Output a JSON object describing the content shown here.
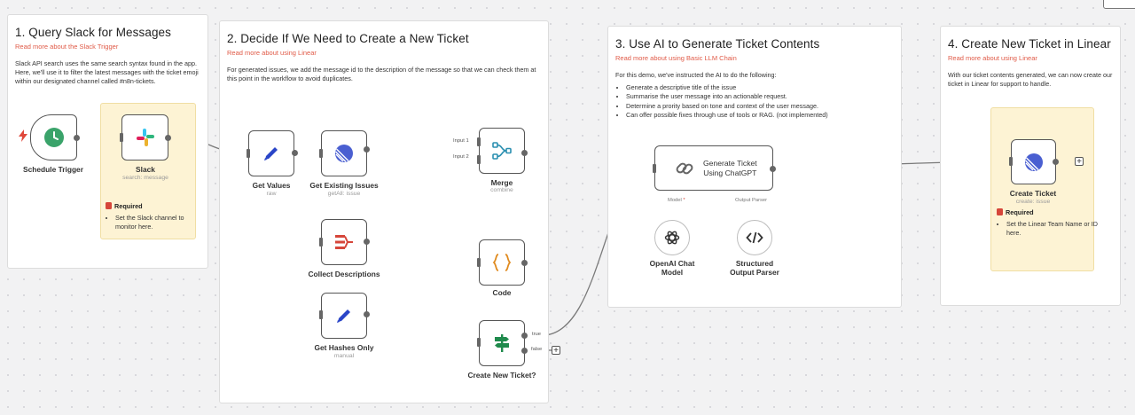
{
  "stickies": {
    "s1": {
      "title": "1. Query Slack for Messages",
      "link": "Read more about the Slack Trigger",
      "body": "Slack API search uses the same search syntax found in the app. Here, we'll use it to filter the latest messages with the ticket emoji within our designated channel called #n8n-tickets."
    },
    "s2": {
      "title": "2. Decide If We Need to Create a New Ticket",
      "link": "Read more about using Linear",
      "body": "For generated issues, we add the message id to the description of the message so that we can check them at this point in the workflow to avoid duplicates."
    },
    "s3": {
      "title": "3. Use AI to Generate Ticket Contents",
      "link": "Read more about using Basic LLM Chain",
      "body": "For this demo, we've instructed the AI to do the following:",
      "items": [
        "Generate a descriptive title of the issue",
        "Summarise the user message into an actionable request.",
        "Determine a prority based on tone and context of the user message.",
        "Can offer possible fixes through use of tools or RAG. (not implemented)"
      ]
    },
    "s4": {
      "title": "4. Create New Ticket in Linear",
      "link": "Read more about using Linear",
      "body": "With our ticket contents generated, we can now create our ticket in Linear for support to handle."
    }
  },
  "required": {
    "slack": {
      "title": "Required",
      "item": "Set the Slack channel to monitor here."
    },
    "linear": {
      "title": "Required",
      "item": "Set the Linear Team Name or ID here."
    }
  },
  "nodes": {
    "schedule": {
      "label": "Schedule Trigger",
      "icon": "clock-icon"
    },
    "slack": {
      "label": "Slack",
      "sub": "search: message",
      "icon": "slack-icon"
    },
    "get_values": {
      "label": "Get Values",
      "sub": "raw",
      "icon": "pencil-icon"
    },
    "get_existing": {
      "label": "Get Existing Issues",
      "sub": "getAll: issue",
      "icon": "linear-icon"
    },
    "collect": {
      "label": "Collect Descriptions",
      "icon": "aggregate-icon"
    },
    "hashes": {
      "label": "Get Hashes Only",
      "sub": "manual",
      "icon": "pencil-icon"
    },
    "merge": {
      "label": "Merge",
      "sub": "combine",
      "icon": "merge-icon",
      "in1": "Input 1",
      "in2": "Input 2"
    },
    "code": {
      "label": "Code",
      "icon": "code-braces-icon"
    },
    "ifnode": {
      "label": "Create New Ticket?",
      "icon": "signpost-icon",
      "true_label": "true",
      "false_label": "false"
    },
    "generate": {
      "label_line1": "Generate Ticket",
      "label_line2": "Using ChatGPT",
      "icon": "chain-link-icon",
      "model_label": "Model",
      "parser_label": "Output Parser"
    },
    "openai": {
      "label_line1": "OpenAI Chat",
      "label_line2": "Model",
      "icon": "openai-icon"
    },
    "parser": {
      "label_line1": "Structured",
      "label_line2": "Output Parser",
      "icon": "code-tag-icon"
    },
    "create": {
      "label": "Create Ticket",
      "sub": "create: issue",
      "icon": "linear-icon"
    }
  },
  "colors": {
    "accent_red": "#e05a47",
    "pencil_blue": "#2a45c8",
    "linear_blue": "#4a5fd1",
    "merge_teal": "#2a8fb0",
    "code_orange": "#e08a1e",
    "if_green": "#1f8a4c",
    "clock_green": "#3aa36a",
    "aggregate_red": "#d6463a"
  }
}
